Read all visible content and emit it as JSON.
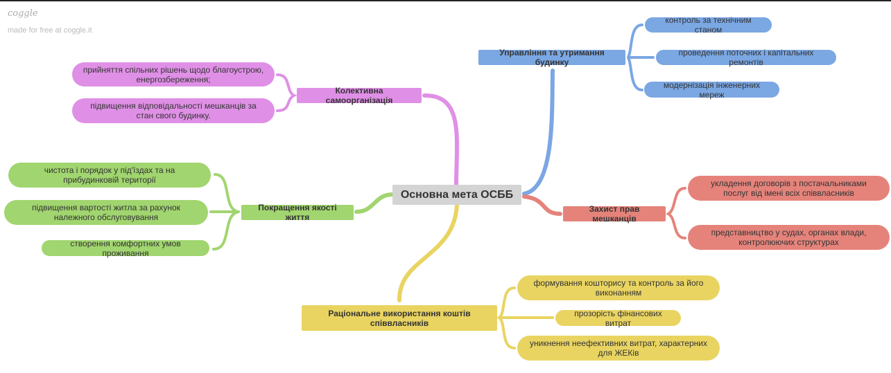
{
  "watermark": {
    "logo": "coggle",
    "credit": "made for free at coggle.it"
  },
  "colors": {
    "purple": "#df90e6",
    "green": "#a1d56f",
    "blue": "#7ba7e3",
    "red": "#e5837b",
    "yellow": "#e9d462",
    "center": "#d4d4d4"
  },
  "center": "Основна мета ОСББ",
  "branches": {
    "collective": {
      "label": "Колективна самоорганізація",
      "leaves": [
        "прийняття спільних рішень щодо благоустрою, енергозбереження;",
        "підвищення відповідальності мешканців за стан свого будинку."
      ]
    },
    "quality": {
      "label": "Покращення якості життя",
      "leaves": [
        "чистота і порядок у під'їздах та на прибудинковій території",
        "підвищення вартості житла за рахунок належного обслуговування",
        "створення комфортних умов проживання"
      ]
    },
    "management": {
      "label": "Управління та утримання будинку",
      "leaves": [
        "контроль за технічним станом",
        "проведення поточних і капітальних ремонтів",
        "модернізація інженерних мереж"
      ]
    },
    "rights": {
      "label": "Захист прав мешканців",
      "leaves": [
        "укладення договорів з постачальниками послуг від імені всіх співвласників",
        "представництво у судах, органах влади, контролюючих структурах"
      ]
    },
    "finance": {
      "label": "Раціональне використання коштів співвласників",
      "leaves": [
        "формування кошторису та контроль за його виконанням",
        "прозорість фінансових витрат",
        "уникнення неефективних витрат, характерних для ЖЕКів"
      ]
    }
  }
}
